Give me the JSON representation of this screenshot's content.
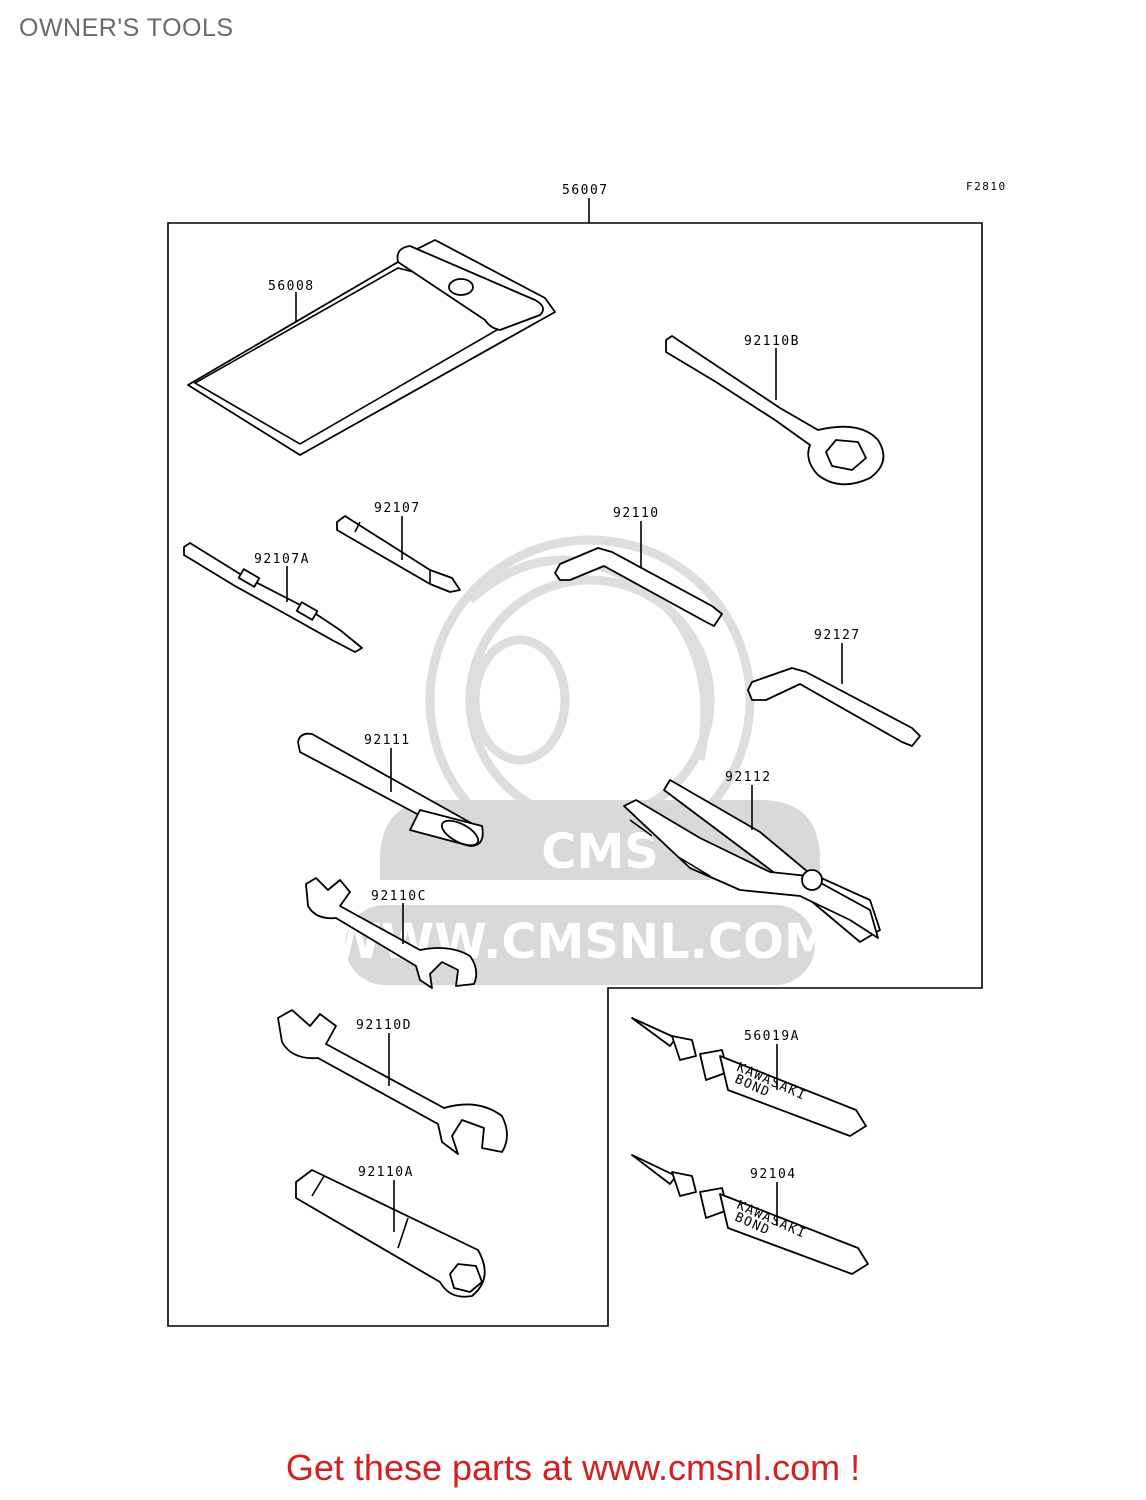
{
  "page": {
    "title": "OWNER'S TOOLS",
    "figure_code": "F2810",
    "footer": "Get these parts at www.cmsnl.com !"
  },
  "watermark": {
    "text": "WWW.CMSNL.COM",
    "logo": "CMS"
  },
  "parts": {
    "kit": "56007",
    "bag": "56008",
    "ring_wrench": "92110B",
    "screwdriver_tip": "92107",
    "screwdriver_double": "92107A",
    "hex_key_large": "92110",
    "hex_key_small": "92127",
    "handle": "92111",
    "pliers": "92112",
    "wrench_small": "92110C",
    "wrench_large": "92110D",
    "spark_plug_wrench": "92110A",
    "bond_tube_a": "56019A",
    "bond_tube_b": "92104"
  },
  "tube_print": {
    "line1": "KAWASAKI",
    "line2": "BOND"
  },
  "colors": {
    "title": "#6a6a6a",
    "footer": "#d42020",
    "watermark": "#d9d9d9",
    "ink": "#000000"
  }
}
